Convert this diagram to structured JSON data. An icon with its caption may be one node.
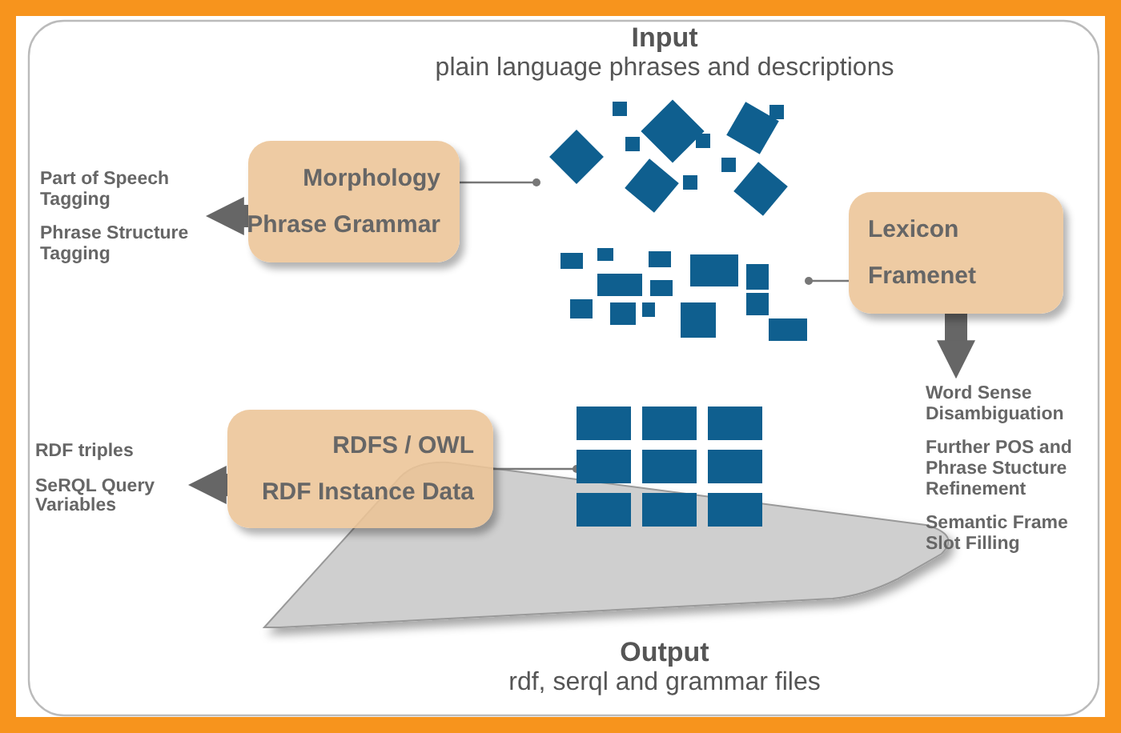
{
  "diagram": {
    "nodes": [
      {
        "text": [
          "Morphology",
          "Phrase Grammar"
        ]
      },
      {
        "text": [],
        "shape": "picture"
      },
      {
        "text": [
          "Lexicon",
          "Framenet"
        ]
      },
      {
        "text": [],
        "shape": "picture"
      },
      {
        "text": [
          "RDFS / OWL",
          "RDF Instance Data"
        ]
      },
      {
        "text": [],
        "shape": "picture"
      },
      {
        "text": [
          "Part of Speech Tagging",
          "Phrase Structure Tagging"
        ]
      },
      {
        "text": [
          "Word Sense Disambiguation",
          "Further POS and Phrase Stucture Refinement",
          "Semantic Frame Slot Filling"
        ]
      },
      {
        "text": [
          "RDF triples",
          "SeRQL Query Variables"
        ]
      }
    ],
    "edges": [
      {
        "from": 0,
        "to": 1,
        "arrow": "other"
      },
      {
        "from": 2,
        "to": 3,
        "arrow": "other"
      },
      {
        "from": 4,
        "to": 5,
        "arrow": "other"
      },
      {
        "from": 0,
        "to": 6,
        "arrow": "to",
        "style": "thick"
      },
      {
        "from": 2,
        "to": 7,
        "arrow": "to",
        "style": "thick"
      },
      {
        "from": 4,
        "to": 8,
        "arrow": "to",
        "style": "thick"
      }
    ],
    "labels": [
      "Input",
      "plain language phrases and descriptions",
      "Output",
      "rdf, serql and grammar files"
    ]
  }
}
